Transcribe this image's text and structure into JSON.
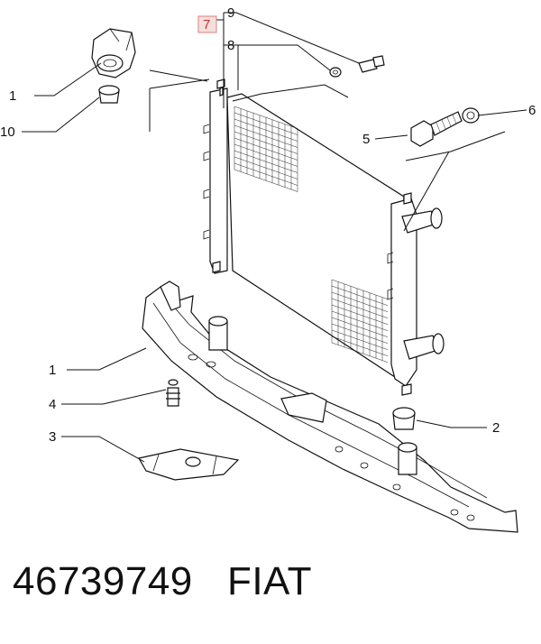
{
  "callouts": [
    {
      "id": "c1a",
      "text": "1"
    },
    {
      "id": "c10",
      "text": "10"
    },
    {
      "id": "c7",
      "text": "7"
    },
    {
      "id": "c9",
      "text": "9"
    },
    {
      "id": "c8",
      "text": "8"
    },
    {
      "id": "c5",
      "text": "5"
    },
    {
      "id": "c6",
      "text": "6"
    },
    {
      "id": "c1b",
      "text": "1"
    },
    {
      "id": "c4",
      "text": "4"
    },
    {
      "id": "c3",
      "text": "3"
    },
    {
      "id": "c2",
      "text": "2"
    }
  ],
  "footer": {
    "part_number": "46739749",
    "brand": "FIAT"
  },
  "colors": {
    "highlight_box_fill": "#f6dede",
    "highlight_box_stroke": "#d98080",
    "highlight_text": "#c0392b",
    "ink": "#111111"
  }
}
